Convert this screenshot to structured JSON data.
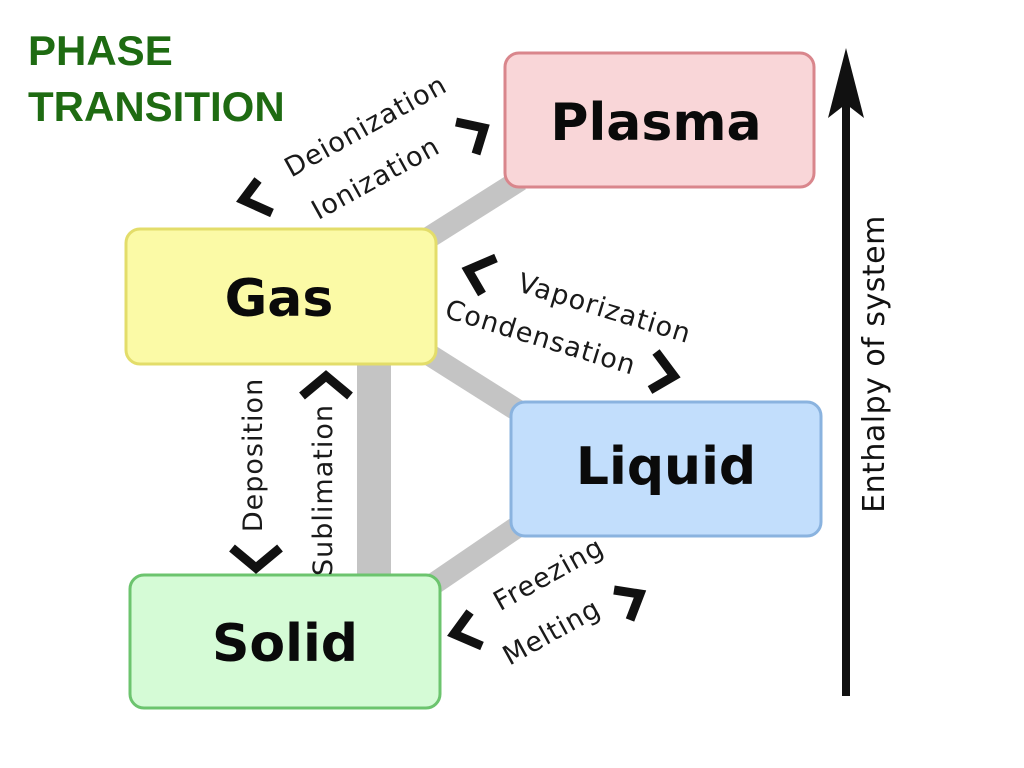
{
  "title": {
    "line1": "PHASE",
    "line2": "TRANSITION"
  },
  "states": {
    "plasma": "Plasma",
    "gas": "Gas",
    "liquid": "Liquid",
    "solid": "Solid"
  },
  "transitions": {
    "deionization": "Deionization",
    "ionization": "Ionization",
    "vaporization": "Vaporization",
    "condensation": "Condensation",
    "deposition": "Deposition",
    "sublimation": "Sublimation",
    "freezing": "Freezing",
    "melting": "Melting"
  },
  "axis": {
    "label": "Enthalpy of system"
  },
  "colors": {
    "title": "#1e6b12",
    "plasma_fill": "#f9d6d8",
    "plasma_border": "#d9868c",
    "gas_fill": "#fbfaa6",
    "gas_border": "#e3dd6a",
    "liquid_fill": "#c2defc",
    "liquid_border": "#8ab3df",
    "solid_fill": "#d5fbd6",
    "solid_border": "#6cc46e",
    "connector": "#c4c4c4"
  }
}
